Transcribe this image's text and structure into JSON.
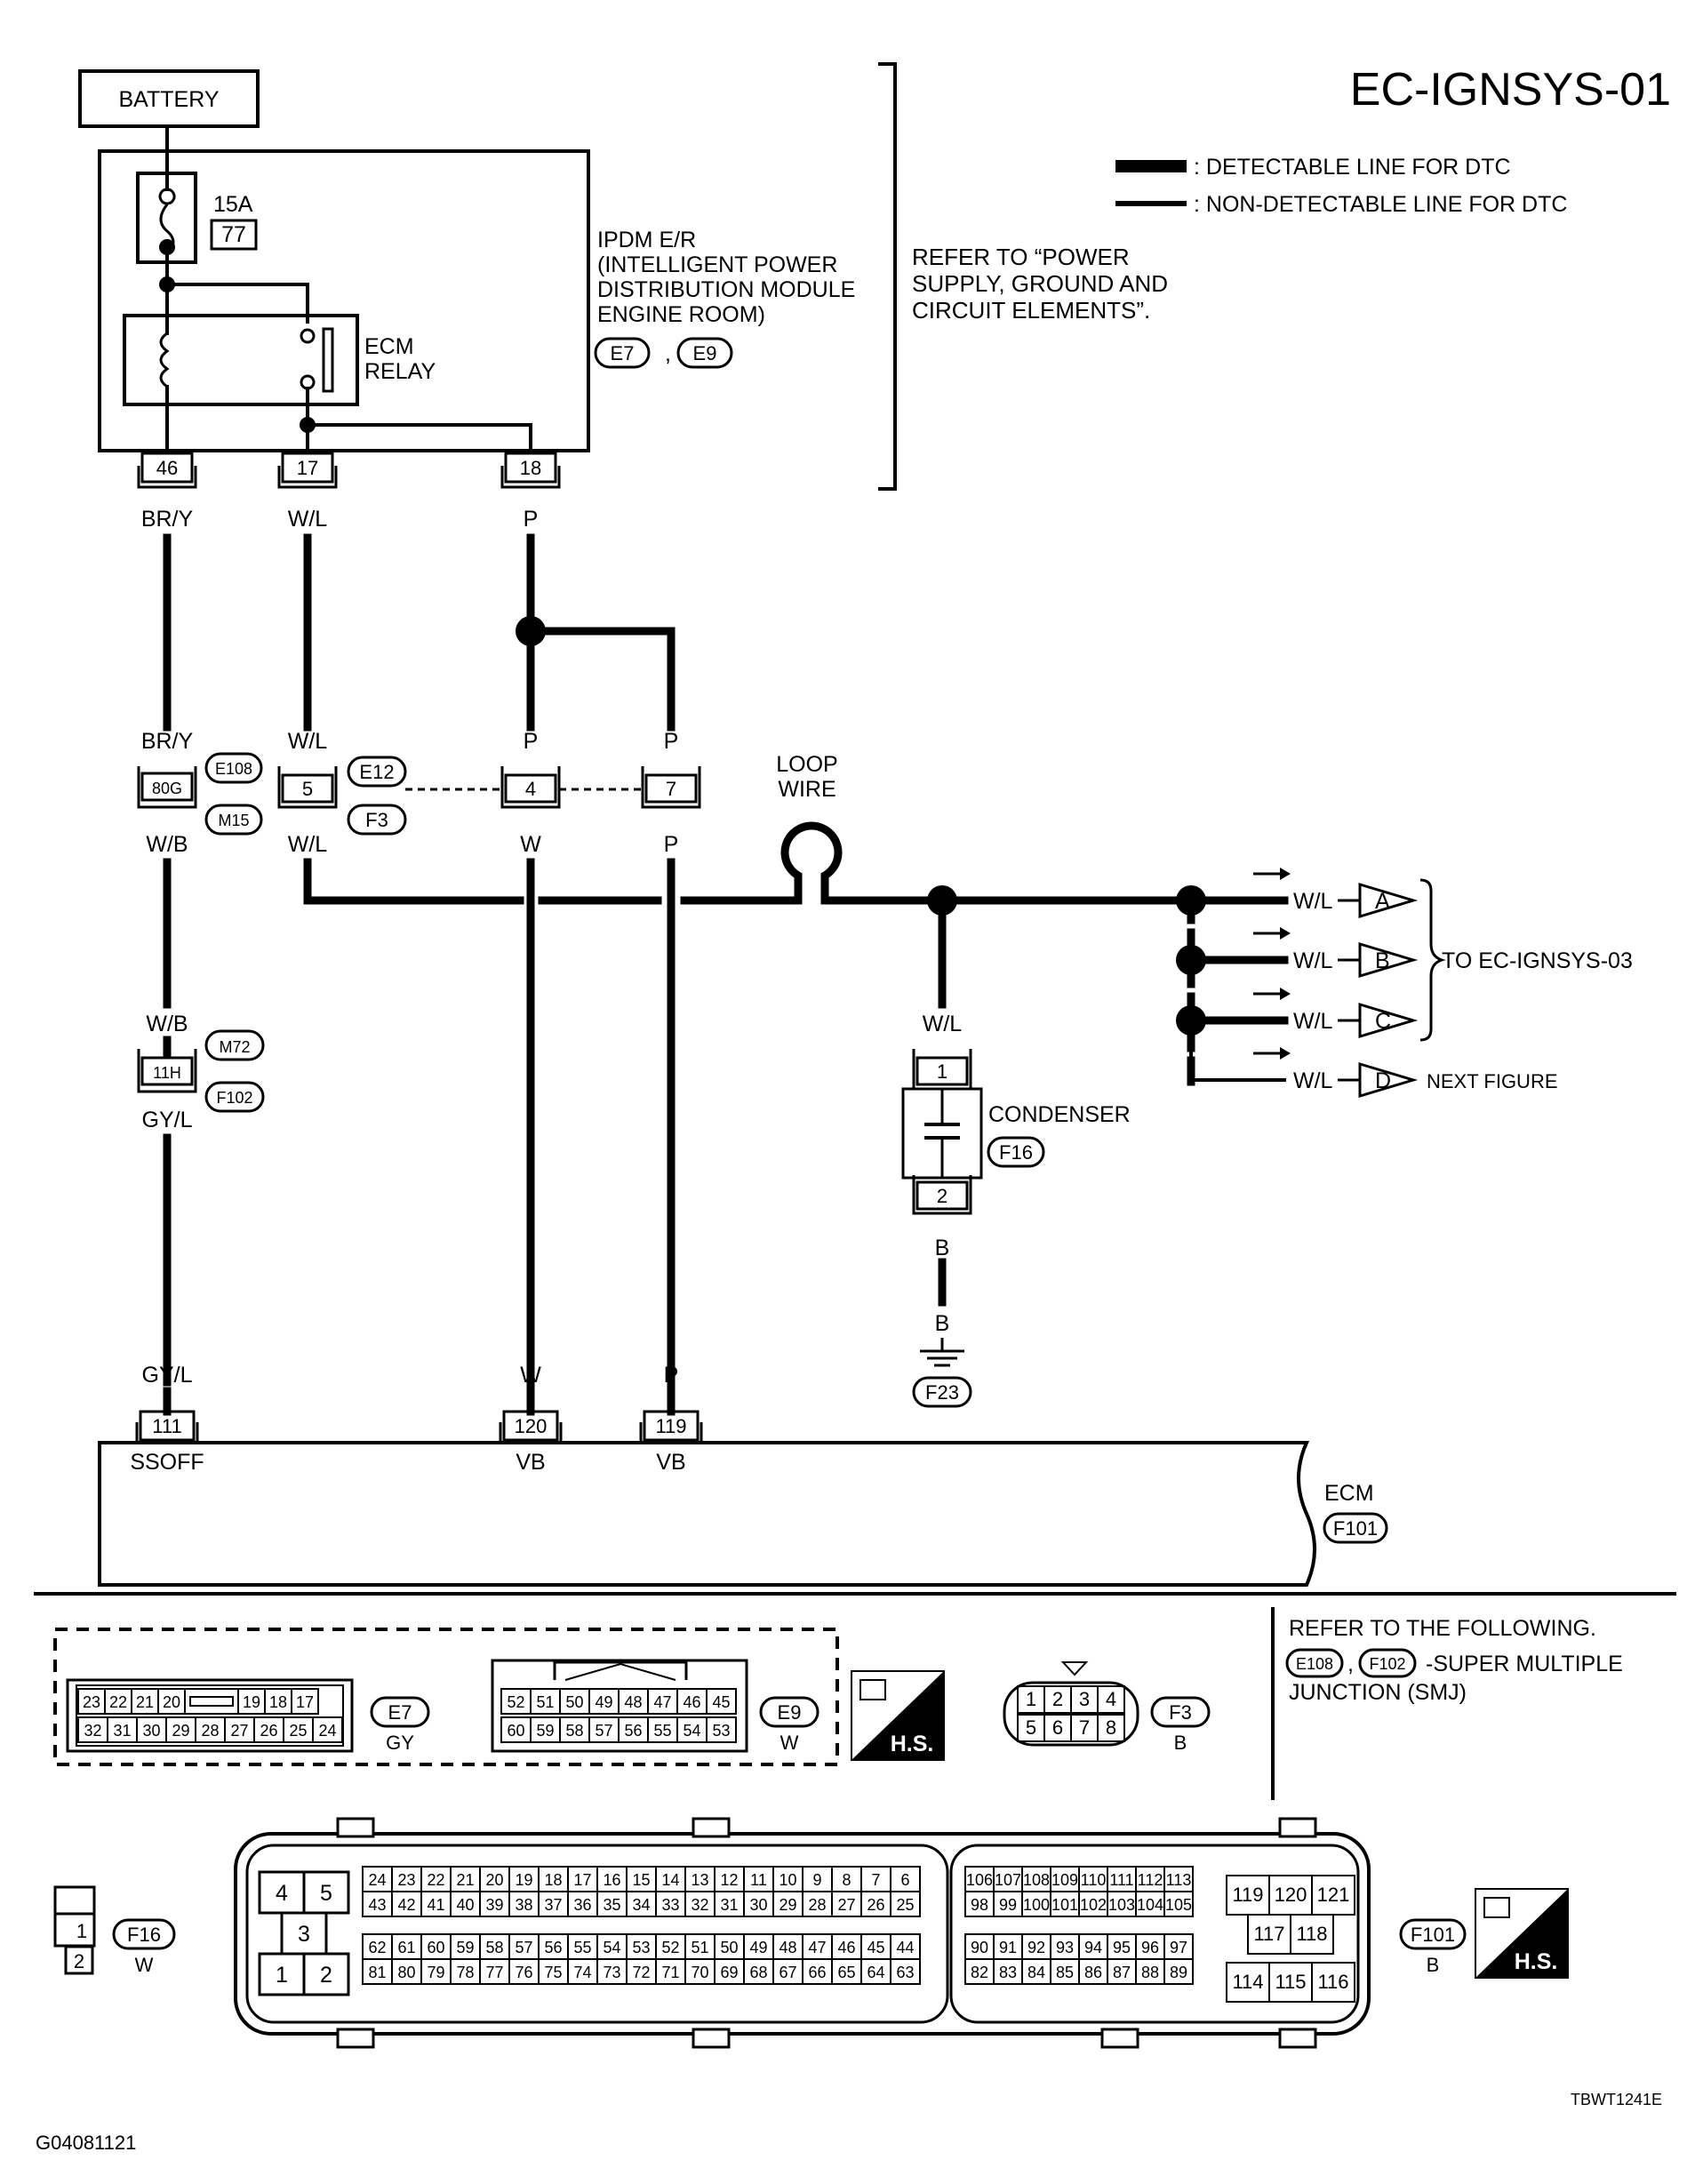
{
  "title": "EC-IGNSYS-01",
  "legend": {
    "detectable": ": DETECTABLE LINE FOR DTC",
    "non_detectable": ": NON-DETECTABLE LINE FOR DTC"
  },
  "refer_note": [
    "REFER TO “POWER",
    "SUPPLY, GROUND AND",
    "CIRCUIT ELEMENTS”."
  ],
  "battery": "BATTERY",
  "fuse": {
    "rating": "15A",
    "number": "77"
  },
  "ipdm": {
    "lines": [
      "IPDM E/R",
      "(INTELLIGENT POWER",
      " DISTRIBUTION MODULE",
      " ENGINE ROOM)"
    ],
    "connectors": [
      "E7",
      "E9"
    ],
    "relay": [
      "ECM",
      "RELAY"
    ],
    "pins": [
      "46",
      "17",
      "18"
    ]
  },
  "wires": {
    "br_y": "BR/Y",
    "w_l": "W/L",
    "p": "P",
    "w_b": "W/B",
    "w": "W",
    "gy_l": "GY/L",
    "b": "B"
  },
  "joints": {
    "e108": "E108",
    "m15": "M15",
    "pin_80g": "80G",
    "e12": "E12",
    "f3": "F3",
    "pin5": "5",
    "pin4": "4",
    "pin7": "7",
    "m72": "M72",
    "f102": "F102",
    "pin_11h": "11H"
  },
  "loop_wire": [
    "LOOP",
    "WIRE"
  ],
  "condenser": {
    "label": "CONDENSER",
    "connector": "F16",
    "pin1": "1",
    "pin2": "2",
    "ground": "F23"
  },
  "outputs": {
    "labels": [
      "A",
      "B",
      "C",
      "D"
    ],
    "wire": "W/L",
    "to": "TO EC-IGNSYS-03",
    "next": "NEXT FIGURE"
  },
  "ecm": {
    "label": "ECM",
    "connector": "F101",
    "pins": [
      "111",
      "120",
      "119"
    ],
    "pin_names": [
      "SSOFF",
      "VB",
      "VB"
    ]
  },
  "refer_following": [
    "REFER TO THE FOLLOWING.",
    "-SUPER MULTIPLE",
    "JUNCTION (SMJ)"
  ],
  "refer_conns": [
    "E108",
    "F102"
  ],
  "connectors_view": {
    "e7": {
      "name": "E7",
      "color": "GY",
      "top": [
        "23",
        "22",
        "21",
        "20",
        "",
        "19",
        "18",
        "17"
      ],
      "bottom": [
        "32",
        "31",
        "30",
        "29",
        "28",
        "27",
        "26",
        "25",
        "24"
      ]
    },
    "e9": {
      "name": "E9",
      "color": "W",
      "top": [
        "52",
        "51",
        "50",
        "49",
        "48",
        "47",
        "46",
        "45"
      ],
      "bottom": [
        "60",
        "59",
        "58",
        "57",
        "56",
        "55",
        "54",
        "53"
      ]
    },
    "f3": {
      "name": "F3",
      "color": "B",
      "top": [
        "1",
        "2",
        "3",
        "4"
      ],
      "bottom": [
        "5",
        "6",
        "7",
        "8"
      ]
    },
    "f16": {
      "name": "F16",
      "color": "W",
      "pins": [
        "1",
        "2"
      ]
    },
    "f101": {
      "name": "F101",
      "color": "B",
      "left_a": [
        "4",
        "5",
        "3",
        "1",
        "2"
      ],
      "row1": [
        "24",
        "23",
        "22",
        "21",
        "20",
        "19",
        "18",
        "17",
        "16",
        "15",
        "14",
        "13",
        "12",
        "11",
        "10",
        "9",
        "8",
        "7",
        "6"
      ],
      "row2": [
        "43",
        "42",
        "41",
        "40",
        "39",
        "38",
        "37",
        "36",
        "35",
        "34",
        "33",
        "32",
        "31",
        "30",
        "29",
        "28",
        "27",
        "26",
        "25"
      ],
      "row3": [
        "62",
        "61",
        "60",
        "59",
        "58",
        "57",
        "56",
        "55",
        "54",
        "53",
        "52",
        "51",
        "50",
        "49",
        "48",
        "47",
        "46",
        "45",
        "44"
      ],
      "row4": [
        "81",
        "80",
        "79",
        "78",
        "77",
        "76",
        "75",
        "74",
        "73",
        "72",
        "71",
        "70",
        "69",
        "68",
        "67",
        "66",
        "65",
        "64",
        "63"
      ],
      "mid1": [
        "106",
        "107",
        "108",
        "109",
        "110",
        "111",
        "112",
        "113"
      ],
      "mid2": [
        "98",
        "99",
        "100",
        "101",
        "102",
        "103",
        "104",
        "105"
      ],
      "mid3": [
        "90",
        "91",
        "92",
        "93",
        "94",
        "95",
        "96",
        "97"
      ],
      "mid4": [
        "82",
        "83",
        "84",
        "85",
        "86",
        "87",
        "88",
        "89"
      ],
      "right": [
        "119",
        "120",
        "121",
        "117",
        "118",
        "114",
        "115",
        "116"
      ]
    },
    "hs": "H.S."
  },
  "footer_code": "TBWT1241E",
  "figure_id": "G04081121"
}
